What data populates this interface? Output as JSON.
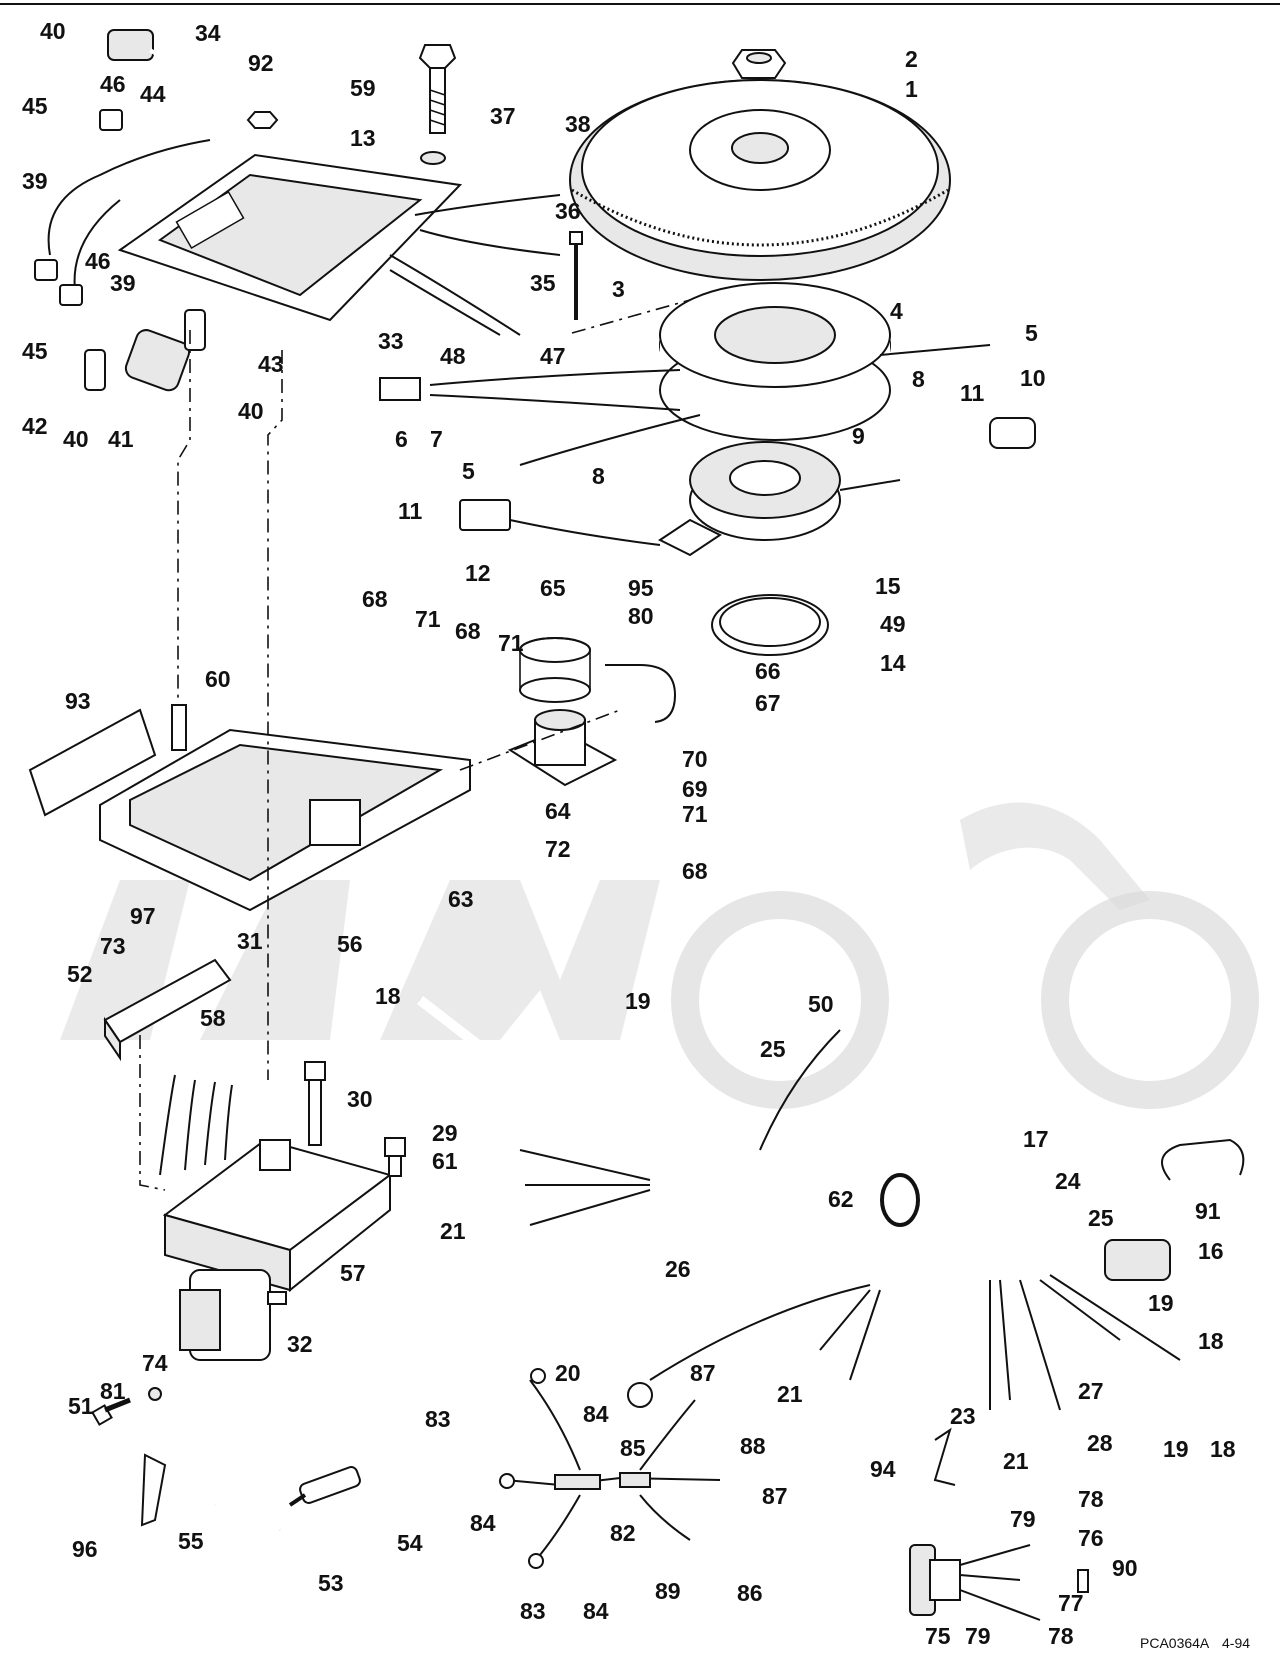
{
  "diagram": {
    "watermark_text": "",
    "footer_code": "PCA0364A",
    "footer_date": "4-94",
    "callouts": [
      {
        "id": "c40a",
        "text": "40"
      },
      {
        "id": "c34",
        "text": "34"
      },
      {
        "id": "c92",
        "text": "92"
      },
      {
        "id": "c59",
        "text": "59"
      },
      {
        "id": "c2",
        "text": "2"
      },
      {
        "id": "c1",
        "text": "1"
      },
      {
        "id": "c46a",
        "text": "46"
      },
      {
        "id": "c44",
        "text": "44"
      },
      {
        "id": "c45a",
        "text": "45"
      },
      {
        "id": "c13",
        "text": "13"
      },
      {
        "id": "c37",
        "text": "37"
      },
      {
        "id": "c38",
        "text": "38"
      },
      {
        "id": "c39a",
        "text": "39"
      },
      {
        "id": "c36",
        "text": "36"
      },
      {
        "id": "c46b",
        "text": "46"
      },
      {
        "id": "c39b",
        "text": "39"
      },
      {
        "id": "c35",
        "text": "35"
      },
      {
        "id": "c3",
        "text": "3"
      },
      {
        "id": "c4",
        "text": "4"
      },
      {
        "id": "c45b",
        "text": "45"
      },
      {
        "id": "c33",
        "text": "33"
      },
      {
        "id": "c48",
        "text": "48"
      },
      {
        "id": "c47",
        "text": "47"
      },
      {
        "id": "c5a",
        "text": "5"
      },
      {
        "id": "c43",
        "text": "43"
      },
      {
        "id": "c8a",
        "text": "8"
      },
      {
        "id": "c10",
        "text": "10"
      },
      {
        "id": "c42",
        "text": "42"
      },
      {
        "id": "c40b",
        "text": "40"
      },
      {
        "id": "c41",
        "text": "41"
      },
      {
        "id": "c40c",
        "text": "40"
      },
      {
        "id": "c6",
        "text": "6"
      },
      {
        "id": "c7",
        "text": "7"
      },
      {
        "id": "c11a",
        "text": "11"
      },
      {
        "id": "c9",
        "text": "9"
      },
      {
        "id": "c5b",
        "text": "5"
      },
      {
        "id": "c8b",
        "text": "8"
      },
      {
        "id": "c11b",
        "text": "11"
      },
      {
        "id": "c12",
        "text": "12"
      },
      {
        "id": "c65",
        "text": "65"
      },
      {
        "id": "c95",
        "text": "95"
      },
      {
        "id": "c15",
        "text": "15"
      },
      {
        "id": "c68a",
        "text": "68"
      },
      {
        "id": "c71a",
        "text": "71"
      },
      {
        "id": "c68b",
        "text": "68"
      },
      {
        "id": "c71b",
        "text": "71"
      },
      {
        "id": "c80",
        "text": "80"
      },
      {
        "id": "c49",
        "text": "49"
      },
      {
        "id": "c14",
        "text": "14"
      },
      {
        "id": "c66",
        "text": "66"
      },
      {
        "id": "c93",
        "text": "93"
      },
      {
        "id": "c60",
        "text": "60"
      },
      {
        "id": "c67",
        "text": "67"
      },
      {
        "id": "c70",
        "text": "70"
      },
      {
        "id": "c69",
        "text": "69"
      },
      {
        "id": "c71c",
        "text": "71"
      },
      {
        "id": "c72",
        "text": "72"
      },
      {
        "id": "c64",
        "text": "64"
      },
      {
        "id": "c68c",
        "text": "68"
      },
      {
        "id": "c63",
        "text": "63"
      },
      {
        "id": "c56",
        "text": "56"
      },
      {
        "id": "c97",
        "text": "97"
      },
      {
        "id": "c31",
        "text": "31"
      },
      {
        "id": "c73",
        "text": "73"
      },
      {
        "id": "c52",
        "text": "52"
      },
      {
        "id": "c18a",
        "text": "18"
      },
      {
        "id": "c19a",
        "text": "19"
      },
      {
        "id": "c50",
        "text": "50"
      },
      {
        "id": "c58",
        "text": "58"
      },
      {
        "id": "c25a",
        "text": "25"
      },
      {
        "id": "c30",
        "text": "30"
      },
      {
        "id": "c29",
        "text": "29"
      },
      {
        "id": "c61",
        "text": "61"
      },
      {
        "id": "c17",
        "text": "17"
      },
      {
        "id": "c24",
        "text": "24"
      },
      {
        "id": "c62",
        "text": "62"
      },
      {
        "id": "c91",
        "text": "91"
      },
      {
        "id": "c25b",
        "text": "25"
      },
      {
        "id": "c16",
        "text": "16"
      },
      {
        "id": "c21a",
        "text": "21"
      },
      {
        "id": "c26",
        "text": "26"
      },
      {
        "id": "c57",
        "text": "57"
      },
      {
        "id": "c19b",
        "text": "19"
      },
      {
        "id": "c18b",
        "text": "18"
      },
      {
        "id": "c32",
        "text": "32"
      },
      {
        "id": "c74",
        "text": "74"
      },
      {
        "id": "c81",
        "text": "81"
      },
      {
        "id": "c51",
        "text": "51"
      },
      {
        "id": "c20",
        "text": "20"
      },
      {
        "id": "c87a",
        "text": "87"
      },
      {
        "id": "c21b",
        "text": "21"
      },
      {
        "id": "c27",
        "text": "27"
      },
      {
        "id": "c23",
        "text": "23"
      },
      {
        "id": "c83a",
        "text": "83"
      },
      {
        "id": "c84a",
        "text": "84"
      },
      {
        "id": "c85",
        "text": "85"
      },
      {
        "id": "c88",
        "text": "88"
      },
      {
        "id": "c21c",
        "text": "21"
      },
      {
        "id": "c19c",
        "text": "19"
      },
      {
        "id": "c18c",
        "text": "18"
      },
      {
        "id": "c28",
        "text": "28"
      },
      {
        "id": "c94",
        "text": "94"
      },
      {
        "id": "c87b",
        "text": "87"
      },
      {
        "id": "c84b",
        "text": "84"
      },
      {
        "id": "c82",
        "text": "82"
      },
      {
        "id": "c96",
        "text": "96"
      },
      {
        "id": "c55",
        "text": "55"
      },
      {
        "id": "c54",
        "text": "54"
      },
      {
        "id": "c79a",
        "text": "79"
      },
      {
        "id": "c78a",
        "text": "78"
      },
      {
        "id": "c76",
        "text": "76"
      },
      {
        "id": "c53",
        "text": "53"
      },
      {
        "id": "c83b",
        "text": "83"
      },
      {
        "id": "c84c",
        "text": "84"
      },
      {
        "id": "c89",
        "text": "89"
      },
      {
        "id": "c86",
        "text": "86"
      },
      {
        "id": "c90",
        "text": "90"
      },
      {
        "id": "c77",
        "text": "77"
      },
      {
        "id": "c75",
        "text": "75"
      },
      {
        "id": "c79b",
        "text": "79"
      },
      {
        "id": "c78b",
        "text": "78"
      }
    ]
  }
}
